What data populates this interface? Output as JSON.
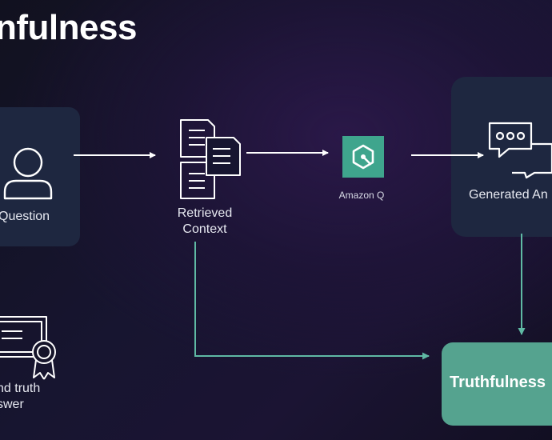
{
  "title": "nfulness",
  "nodes": {
    "question": {
      "label": "Question"
    },
    "retrieved_context": {
      "line1": "Retrieved",
      "line2": "Context"
    },
    "amazon_q": {
      "label": "Amazon Q"
    },
    "generated_answer": {
      "label": "Generated An"
    },
    "ground_truth": {
      "line1": "nd truth",
      "line2": "swer"
    },
    "truthfulness": {
      "label": "Truthfulness"
    }
  },
  "colors": {
    "card": "#1e2740",
    "accent_green": "#55a38f",
    "amazon_q_green": "#3fa58d",
    "arrow": "#ffffff",
    "connector": "#5fb9a4"
  },
  "icons": {
    "question": "person-icon",
    "retrieved_context": "documents-icon",
    "amazon_q": "amazon-q-logo-icon",
    "generated_answer": "chat-bubbles-icon",
    "ground_truth": "certificate-icon"
  }
}
